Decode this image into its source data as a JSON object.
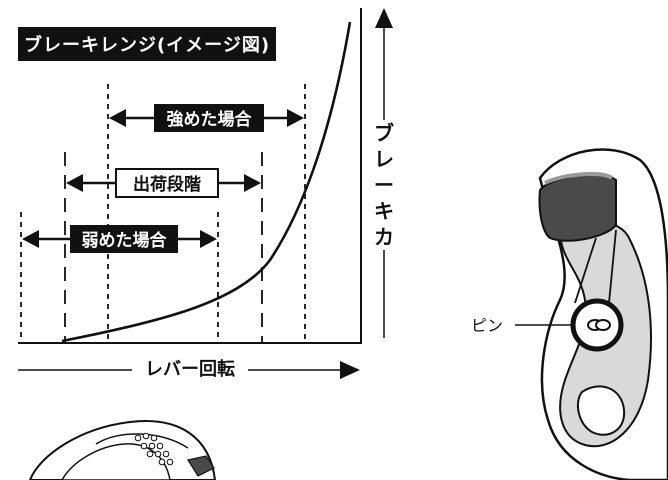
{
  "title": "ブレーキレンジ(イメージ図)",
  "y_axis_label": [
    "ブ",
    "レ",
    "ー",
    "キ",
    "カ"
  ],
  "x_axis_label": "レバー回転",
  "ranges": [
    {
      "id": "strong",
      "label": "強めた場合",
      "style": "filled"
    },
    {
      "id": "factory",
      "label": "出荷段階",
      "style": "outlined"
    },
    {
      "id": "weak",
      "label": "弱めた場合",
      "style": "filled"
    }
  ],
  "pin_label": "ピン",
  "colors": {
    "ink": "#111111",
    "paper": "#ffffff",
    "knob": "#4a4a4a",
    "lever_inner": "#d9d9d9"
  }
}
